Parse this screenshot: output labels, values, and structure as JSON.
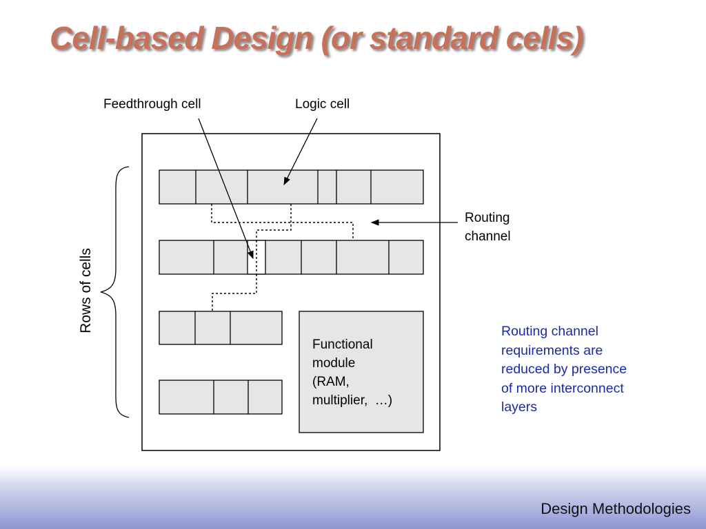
{
  "slide": {
    "title": "Cell-based Design (or standard cells)",
    "footer": "Design Methodologies"
  },
  "diagram": {
    "labels": {
      "feedthrough_cell": "Feedthrough cell",
      "logic_cell": "Logic cell",
      "routing_channel_line1": "Routing",
      "routing_channel_line2": "channel",
      "rows_of_cells": "Rows of cells",
      "functional_module_lines": [
        "Functional",
        "module",
        "(RAM,",
        "multiplier,  …)"
      ]
    }
  },
  "note": {
    "lines": [
      "Routing channel",
      "requirements are",
      "reduced by presence",
      "of more interconnect",
      "layers"
    ],
    "color": "#1a2aa8"
  },
  "colors": {
    "title": "#c8715a",
    "cell_fill": "#e6e6e6",
    "footer_gradient_end": "#8f96d4"
  }
}
